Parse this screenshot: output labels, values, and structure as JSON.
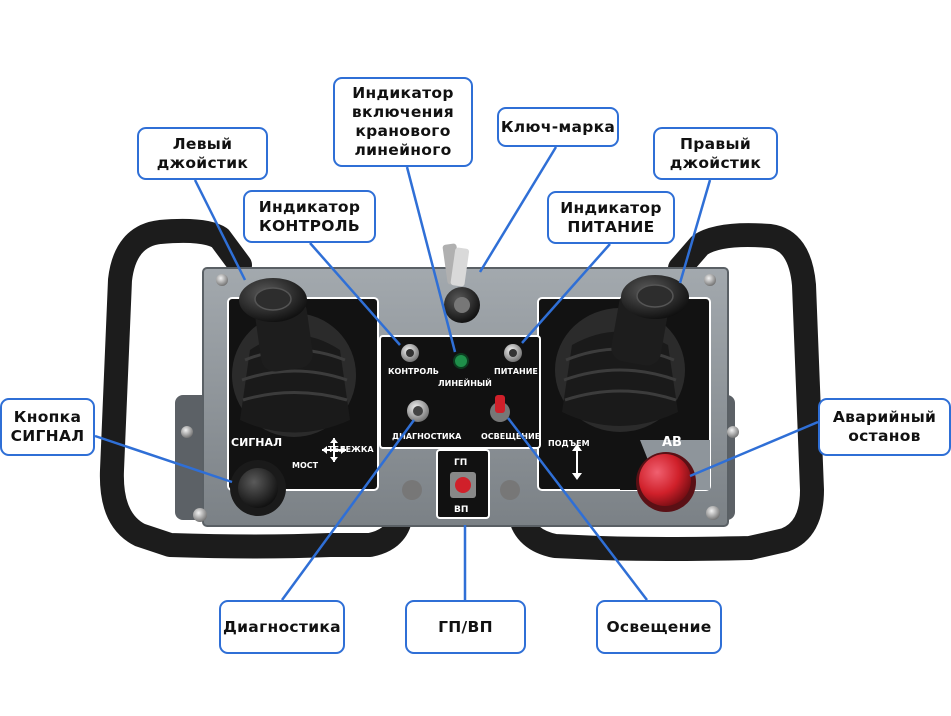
{
  "callouts": {
    "left_joystick": "Левый\nджойстик",
    "line_indicator": "Индикатор\nвключения\nкранового\nлинейного",
    "key": "Ключ-марка",
    "right_joystick": "Правый\nджойстик",
    "control_indicator": "Индикатор\nКОНТРОЛЬ",
    "power_indicator": "Индикатор\nПИТАНИЕ",
    "signal_button": "Кнопка\nСИГНАЛ",
    "emergency_stop": "Аварийный\nостанов",
    "diagnostics": "Диагностика",
    "gp_vp": "ГП/ВП",
    "lighting": "Освещение"
  },
  "panel": {
    "kontrol": "КОНТРОЛЬ",
    "lineyny": "ЛИНЕЙНЫЙ",
    "pitanie": "ПИТАНИЕ",
    "diagnostika": "ДИАГНОСТИКА",
    "osveshenie": "ОСВЕЩЕНИЕ",
    "signal": "СИГНАЛ",
    "telezhka": "ТЕЛЕЖКА",
    "most": "МОСТ",
    "podem": "ПОДЪЕМ",
    "av": "АВ",
    "gp": "ГП",
    "vp": "ВП"
  },
  "colors": {
    "callout_border": "#2f6fd6",
    "leader_line": "#2f6fd6",
    "plate": "#8e959b",
    "handle": "#1c1c1c",
    "emergency_red": "#d0202a",
    "indicator_green": "#1f8f4a"
  }
}
